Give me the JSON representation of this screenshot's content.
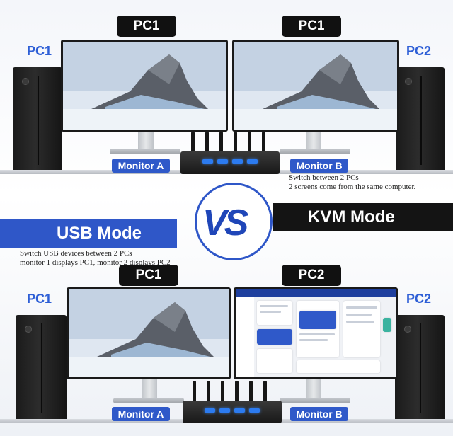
{
  "top": {
    "pc_tag_left": "PC1",
    "pc_tag_right": "PC1",
    "side_left": "PC1",
    "side_right": "PC2",
    "monitor_a": "Monitor A",
    "monitor_b": "Monitor B",
    "note_line1": "Switch between 2 PCs",
    "note_line2": "2 screens come from the same computer."
  },
  "middle": {
    "kvm_mode": "KVM Mode",
    "usb_mode": "USB Mode",
    "vs": "VS",
    "note_line1": "Switch USB devices between 2 PCs",
    "note_line2": "monitor 1 displays PC1, monitor 2 displays PC2"
  },
  "bottom": {
    "pc_tag_left": "PC1",
    "pc_tag_right": "PC2",
    "side_left": "PC1",
    "side_right": "PC2",
    "monitor_a": "Monitor A",
    "monitor_b": "Monitor B"
  },
  "colors": {
    "accent_blue": "#2f57c8",
    "label_blue": "#2e5fd6",
    "dark": "#141414"
  }
}
